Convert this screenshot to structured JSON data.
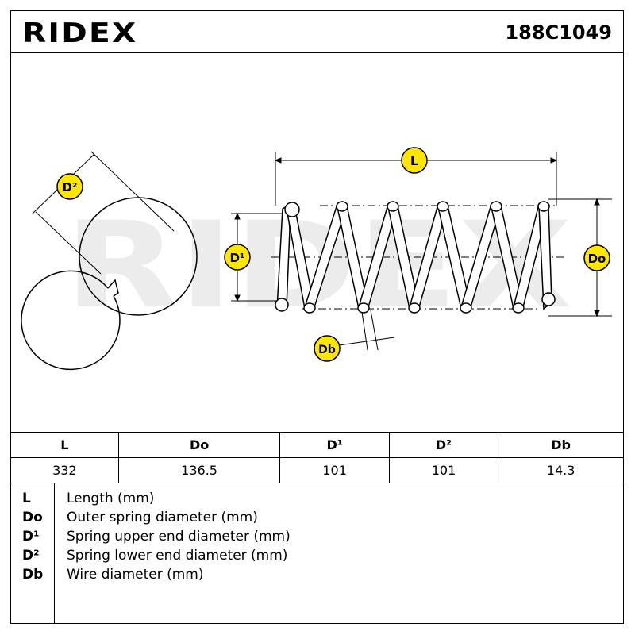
{
  "header": {
    "brand": "RIDEX",
    "part_number": "188C1049"
  },
  "watermark": "RIDEX",
  "diagram_labels": {
    "d2": "D²",
    "d1": "D¹",
    "L": "L",
    "Do": "Do",
    "Db": "Db"
  },
  "colors": {
    "accent": "#FFE600",
    "line": "#000000",
    "watermark": "#ececec"
  },
  "table": {
    "headers": [
      "L",
      "Do",
      "D¹",
      "D²",
      "Db"
    ],
    "values": [
      "332",
      "136.5",
      "101",
      "101",
      "14.3"
    ]
  },
  "legend": [
    {
      "code": "L",
      "desc": "Length (mm)"
    },
    {
      "code": "Do",
      "desc": "Outer spring diameter (mm)"
    },
    {
      "code": "D¹",
      "desc": "Spring upper end diameter (mm)"
    },
    {
      "code": "D²",
      "desc": "Spring lower end diameter (mm)"
    },
    {
      "code": "Db",
      "desc": "Wire diameter (mm)"
    }
  ]
}
